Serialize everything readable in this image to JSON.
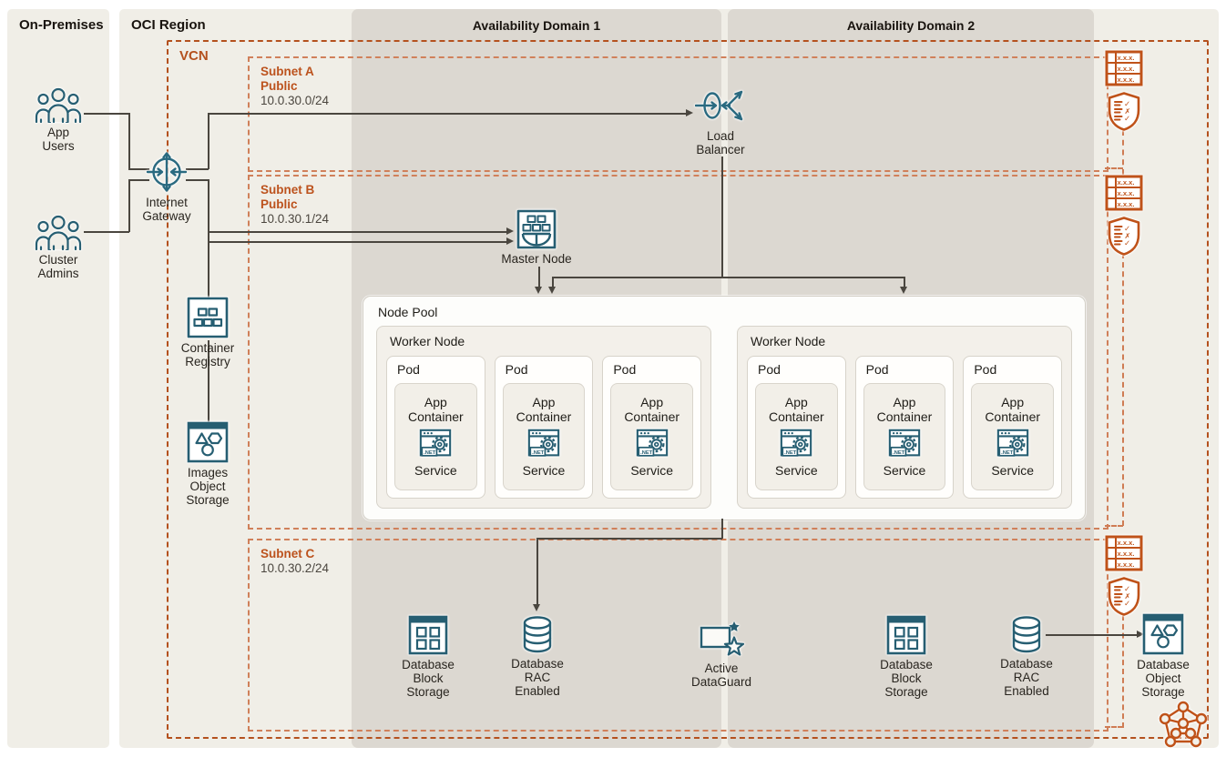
{
  "colors": {
    "teal_icon": "#265e72",
    "orange_accent": "#bf5219",
    "subnet_dash": "#d0805a",
    "vcn_border": "#b4511e",
    "panel_bg": "#f0eee7",
    "ad_bg": "#dcd8d1",
    "connector": "#4a463f"
  },
  "panels": {
    "on_premises": {
      "title": "On-Premises"
    },
    "oci_region": {
      "title": "OCI Region"
    },
    "availability_domain_1": {
      "title": "Availability Domain 1"
    },
    "availability_domain_2": {
      "title": "Availability Domain 2"
    },
    "vcn": {
      "label": "VCN"
    }
  },
  "subnets": [
    {
      "name": "Subnet A",
      "visibility": "Public",
      "cidr": "10.0.30.0/24"
    },
    {
      "name": "Subnet B",
      "visibility": "Public",
      "cidr": "10.0.30.1/24"
    },
    {
      "name": "Subnet C",
      "visibility": "",
      "cidr": "10.0.30.2/24"
    }
  ],
  "nodes": {
    "app_users": {
      "label": "App Users"
    },
    "cluster_admins": {
      "label": "Cluster Admins"
    },
    "internet_gateway": {
      "label": "Internet Gateway"
    },
    "load_balancer": {
      "label": "Load Balancer"
    },
    "master_node": {
      "label": "Master Node"
    },
    "container_registry": {
      "label": "Container Registry"
    },
    "images_object_storage": {
      "label": "Images Object Storage"
    },
    "active_dataguard": {
      "label": "Active DataGuard"
    },
    "db_block_storage_ad1": {
      "label": "Database Block Storage"
    },
    "db_rac_ad1": {
      "label": "Database RAC Enabled"
    },
    "db_block_storage_ad2": {
      "label": "Database Block Storage"
    },
    "db_rac_ad2": {
      "label": "Database RAC Enabled"
    },
    "db_object_storage": {
      "label": "Database Object Storage"
    }
  },
  "node_pool": {
    "label": "Node Pool",
    "worker_nodes": [
      {
        "label": "Worker Node",
        "pods": [
          {
            "label": "Pod",
            "container": "App Container",
            "service": "Service"
          },
          {
            "label": "Pod",
            "container": "App Container",
            "service": "Service"
          },
          {
            "label": "Pod",
            "container": "App Container",
            "service": "Service"
          }
        ]
      },
      {
        "label": "Worker Node",
        "pods": [
          {
            "label": "Pod",
            "container": "App Container",
            "service": "Service"
          },
          {
            "label": "Pod",
            "container": "App Container",
            "service": "Service"
          },
          {
            "label": "Pod",
            "container": "App Container",
            "service": "Service"
          }
        ]
      }
    ]
  },
  "icon_texts": {
    "dotnet_badge": ".NET",
    "route_rule": "x.x.x.",
    "check_glyph": "✓",
    "cross_glyph": "✗"
  }
}
